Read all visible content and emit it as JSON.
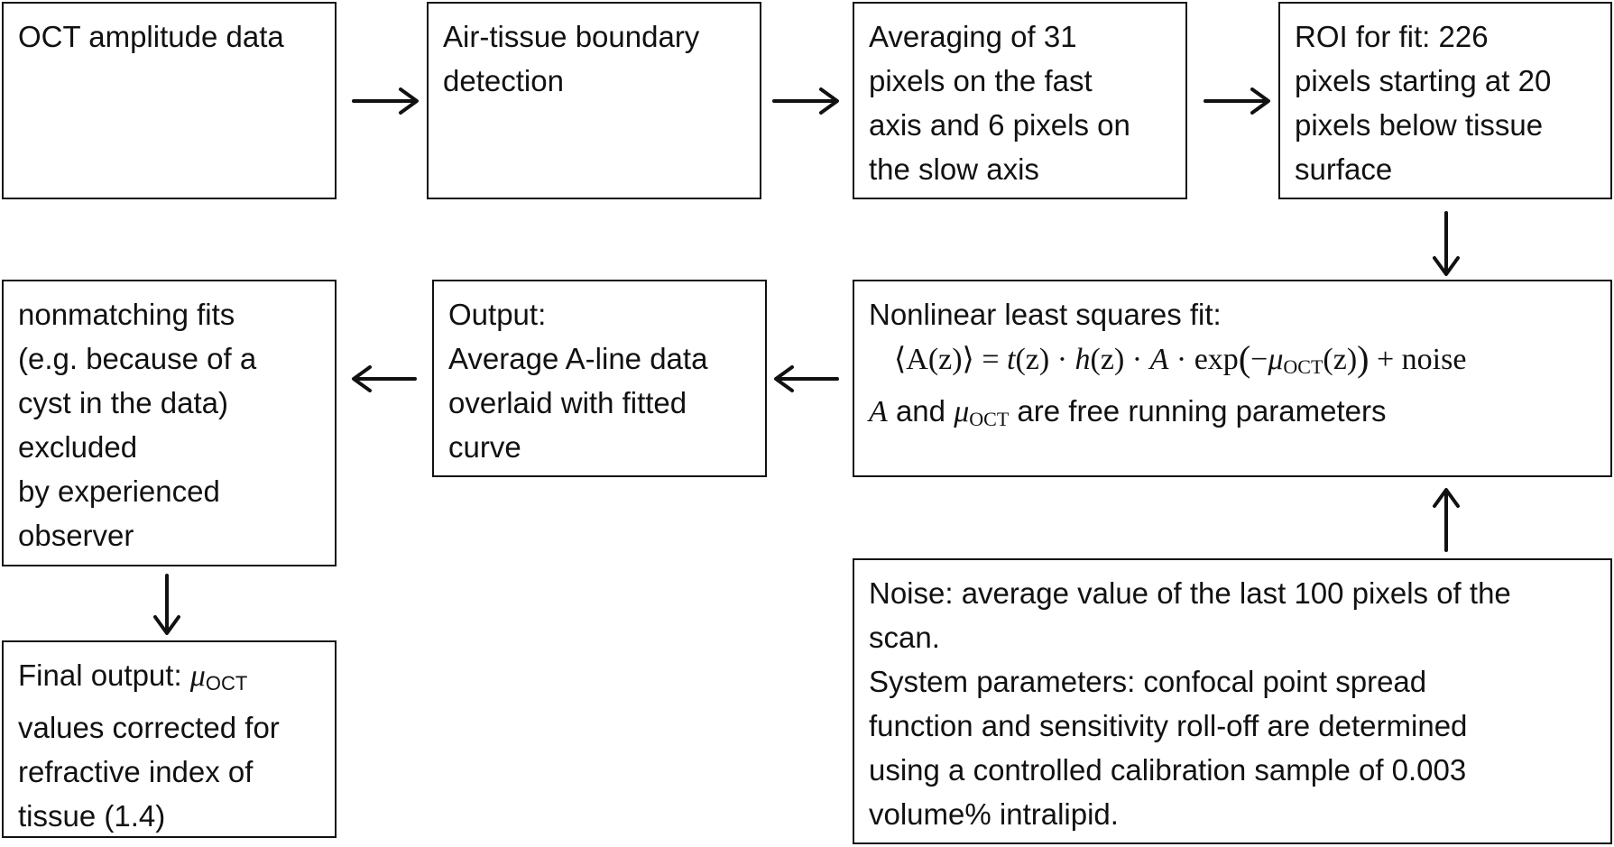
{
  "boxes": {
    "oct_data": {
      "lines": [
        "OCT amplitude data"
      ]
    },
    "boundary": {
      "lines": [
        "Air-tissue boundary",
        "detection"
      ]
    },
    "averaging": {
      "lines": [
        "Averaging of 31",
        "pixels on the fast",
        "axis and 6 pixels on",
        "the slow axis"
      ]
    },
    "roi": {
      "lines": [
        "ROI for fit: 226",
        "pixels starting at 20",
        "pixels below tissue",
        "surface"
      ]
    },
    "fit": {
      "title": "Nonlinear least squares fit:",
      "equation": {
        "lhs": "⟨A(z)⟩ = ",
        "t": "t",
        "h": "h",
        "A": "A",
        "z": "(z)",
        "dot": " · ",
        "exp": "exp",
        "minus": "−",
        "mu": "μ",
        "oct": "OCT",
        "noise": "+ noise"
      },
      "params_A": "A",
      "params_and": " and ",
      "params_mu": "μ",
      "params_oct": "OCT",
      "params_tail": " are free running parameters"
    },
    "output": {
      "lines": [
        "Output:",
        "Average A-line data",
        "overlaid with fitted",
        "curve"
      ]
    },
    "nonmatching": {
      "lines": [
        " nonmatching fits",
        "(e.g. because of a",
        "cyst in the data)",
        "excluded",
        "by experienced",
        "observer"
      ]
    },
    "final": {
      "first_prefix": "Final output: ",
      "mu": "μ",
      "oct": "OCT",
      "lines": [
        "values corrected for",
        "refractive index of",
        "tissue (1.4)"
      ]
    },
    "noise": {
      "lines": [
        "Noise: average value of the last 100 pixels of the",
        "scan.",
        "System parameters: confocal point spread",
        "function and sensitivity roll-off are determined",
        "using a controlled calibration sample of 0.003",
        "volume% intralipid."
      ]
    }
  },
  "colors": {
    "stroke": "#111111",
    "background": "#ffffff"
  }
}
